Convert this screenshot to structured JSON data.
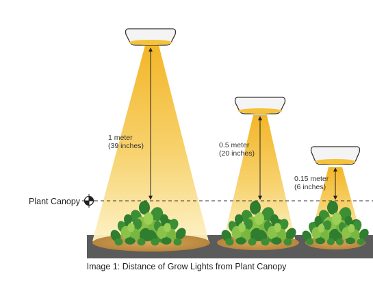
{
  "canopy_label": "Plant Canopy",
  "caption": "Image 1: Distance of Grow  Lights from Plant Canopy",
  "lights": [
    {
      "line1": "1 meter",
      "line2": "(39 inches)"
    },
    {
      "line1": "0.5 meter",
      "line2": "(20 inches)"
    },
    {
      "line1": "0.15 meter",
      "line2": "(6 inches)"
    }
  ],
  "colors": {
    "beam_top": "#f2b21d",
    "beam_bottom": "#fdf1c4",
    "fixture_body": "#f4f4f4",
    "fixture_outline": "#333333",
    "fixture_glow": "#f5c23b",
    "soil": "#c8974a",
    "ground": "#5b5b5b",
    "leaf_dark": "#2f7d2f",
    "leaf_light": "#8bc34a"
  },
  "icons": [
    "crosshair-icon",
    "arrow-icon",
    "plant-icon",
    "lamp-icon"
  ]
}
